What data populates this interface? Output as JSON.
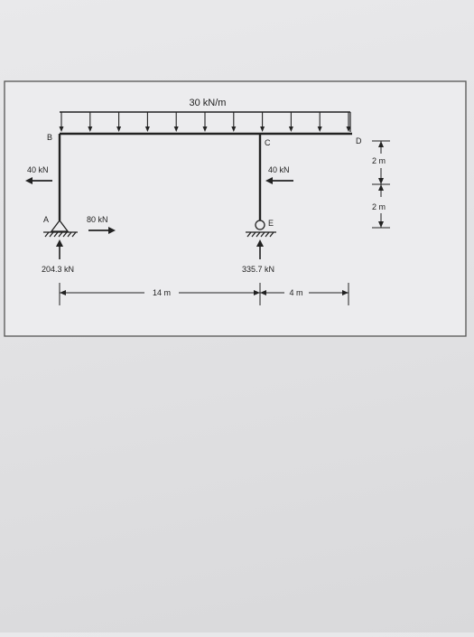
{
  "diagram": {
    "load_label": "30 kN/m",
    "nodes": {
      "a": "A",
      "b": "B",
      "c": "C",
      "d": "D",
      "e": "E"
    },
    "forces": {
      "left_horizontal": "40 kN",
      "base_horizontal": "80 kN",
      "right_horizontal": "40 kN",
      "reaction_a": "204.3 kN",
      "reaction_e": "335.7 kN"
    },
    "dimensions": {
      "span_main": "14 m",
      "span_overhang": "4 m",
      "height_upper": "2 m",
      "height_lower": "2 m"
    }
  },
  "colors": {
    "ink": "#222222",
    "paper": "#ececee",
    "frame_border": "#555555"
  }
}
